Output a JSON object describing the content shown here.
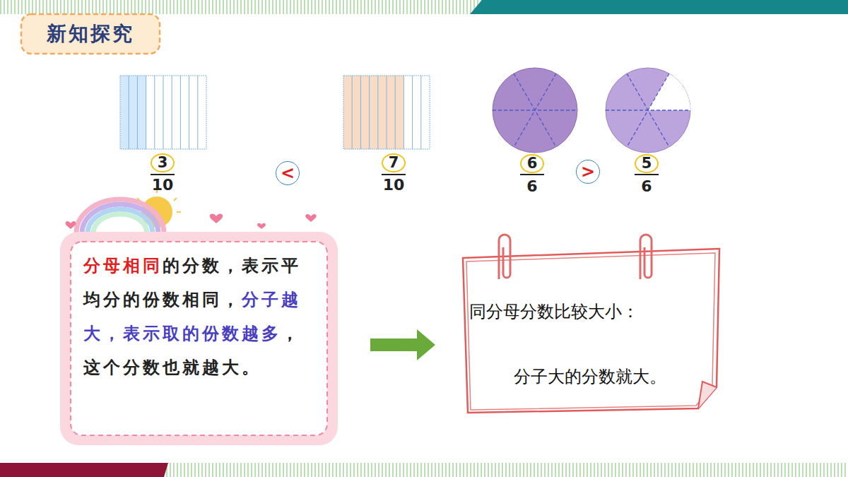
{
  "diagram": {
    "title": "新知探究",
    "nodes": [
      {
        "text": [
          "3"
        ]
      },
      {
        "text": [
          "<"
        ]
      },
      {
        "text": [
          "7"
        ]
      },
      {
        "text": [
          "6"
        ]
      },
      {
        "text": [
          ">"
        ]
      },
      {
        "text": [
          "5"
        ]
      },
      {
        "text": [
          "分母相同",
          "的分数，表示平均分的份数相同，",
          "分子越大，表示取的份数越多",
          "，这个分数也就越大。"
        ]
      },
      {
        "text": [
          "同分母分数比较大小：",
          "分子大的分数就大。"
        ]
      }
    ],
    "edges": [
      {
        "from": 6,
        "to": 7,
        "arrow": "to"
      }
    ],
    "labels": [
      "10",
      "10",
      "6",
      "6"
    ]
  }
}
